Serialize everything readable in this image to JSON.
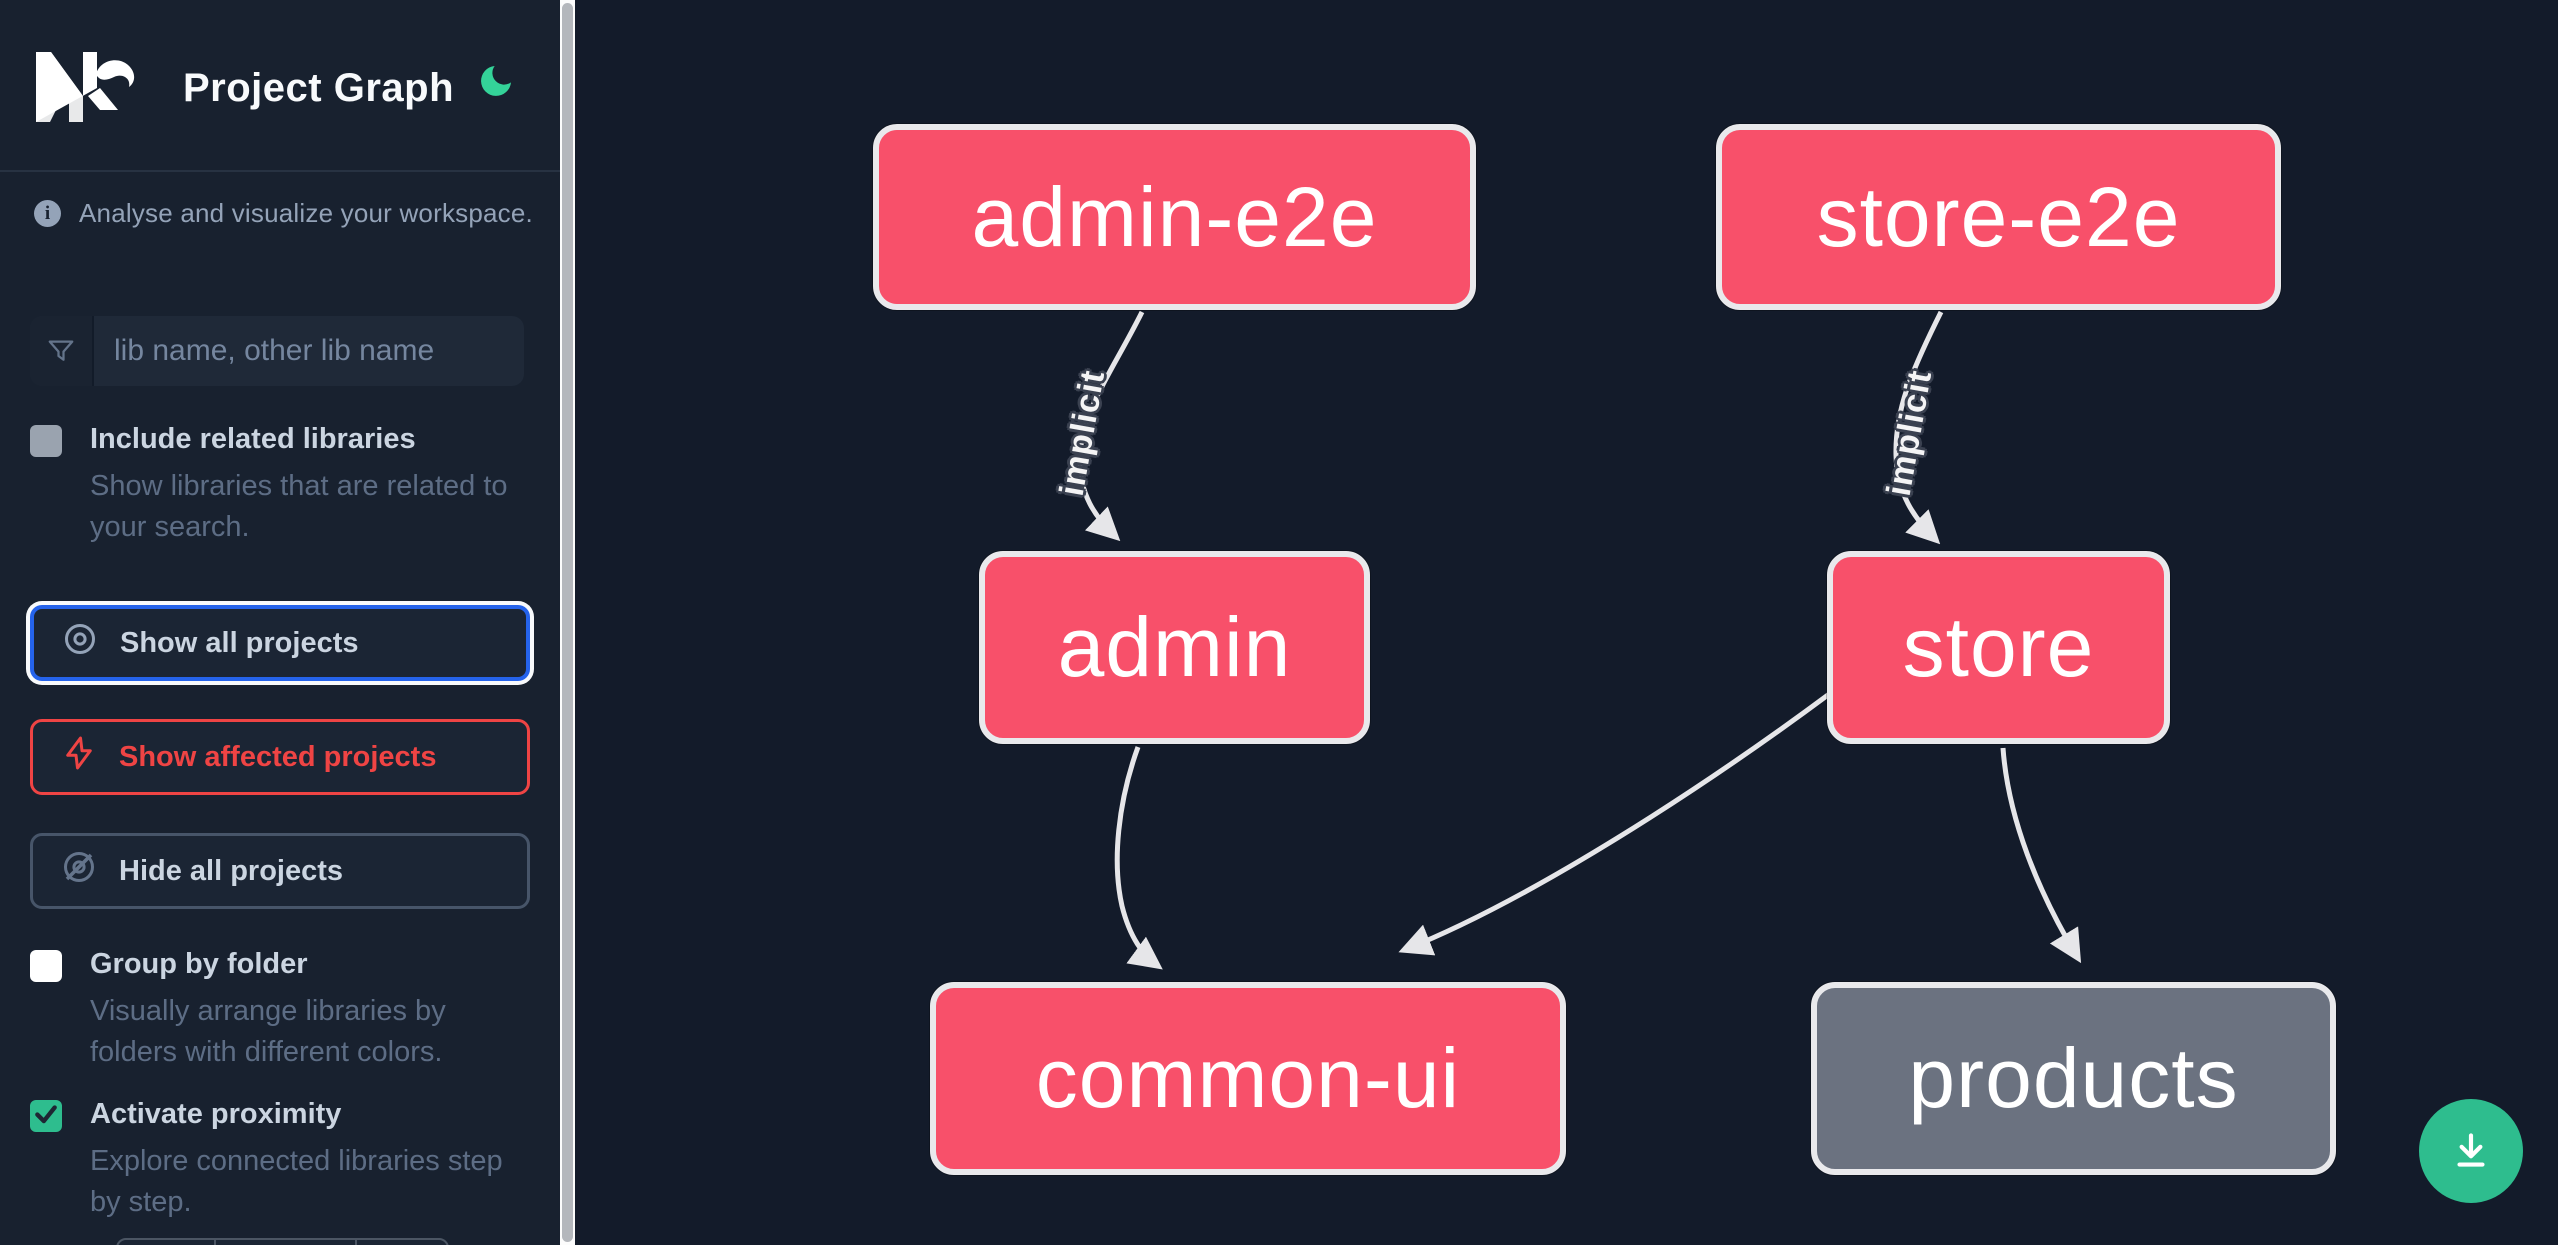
{
  "header": {
    "logo": "Nx",
    "title": "Project Graph",
    "theme_toggle_icon": "moon-icon"
  },
  "info": {
    "text": "Analyse and visualize your workspace."
  },
  "search": {
    "icon": "funnel-filter-icon",
    "placeholder": "lib name, other lib name",
    "value": ""
  },
  "filters": {
    "include_related": {
      "label": "Include related libraries",
      "description": "Show libraries that are related to your search.",
      "checked": false
    }
  },
  "actions": [
    {
      "id": "show-all",
      "label": "Show all projects",
      "icon": "eye-icon",
      "focused": true
    },
    {
      "id": "show-affected",
      "label": "Show affected projects",
      "icon": "bolt-icon",
      "accent": "#ef4444"
    },
    {
      "id": "hide-all",
      "label": "Hide all projects",
      "icon": "eye-off-icon"
    }
  ],
  "display_options": [
    {
      "label": "Group by folder",
      "description": "Visually arrange libraries by folders with different colors.",
      "checked": false
    },
    {
      "label": "Activate proximity",
      "description": "Explore connected libraries step by step.",
      "checked": true
    }
  ],
  "graph": {
    "nodes": [
      {
        "id": "admin-e2e",
        "label": "admin-e2e",
        "color": "#f8506a"
      },
      {
        "id": "store-e2e",
        "label": "store-e2e",
        "color": "#f8506a"
      },
      {
        "id": "admin",
        "label": "admin",
        "color": "#f8506a"
      },
      {
        "id": "store",
        "label": "store",
        "color": "#f8506a"
      },
      {
        "id": "common-ui",
        "label": "common-ui",
        "color": "#f8506a"
      },
      {
        "id": "products",
        "label": "products",
        "color": "#6b7280"
      }
    ],
    "edges": [
      {
        "from": "admin-e2e",
        "to": "admin",
        "label": "implicit"
      },
      {
        "from": "store-e2e",
        "to": "store",
        "label": "implicit"
      },
      {
        "from": "admin",
        "to": "common-ui",
        "label": ""
      },
      {
        "from": "store",
        "to": "common-ui",
        "label": ""
      },
      {
        "from": "store",
        "to": "products",
        "label": ""
      }
    ]
  },
  "fab": {
    "icon": "download-icon"
  },
  "colors": {
    "sidebar_bg": "#18212f",
    "canvas_bg": "#131b2a",
    "node_pink": "#f8506a",
    "node_gray": "#6b7280",
    "node_border": "#e9e9ec",
    "edge": "#e6e6e9",
    "accent_green": "#2ebd8e",
    "moon_green": "#34d399",
    "focus_blue": "#2563eb",
    "danger_red": "#ef4444",
    "muted_text": "#5d6d85",
    "label_text": "#cbd5e1"
  }
}
